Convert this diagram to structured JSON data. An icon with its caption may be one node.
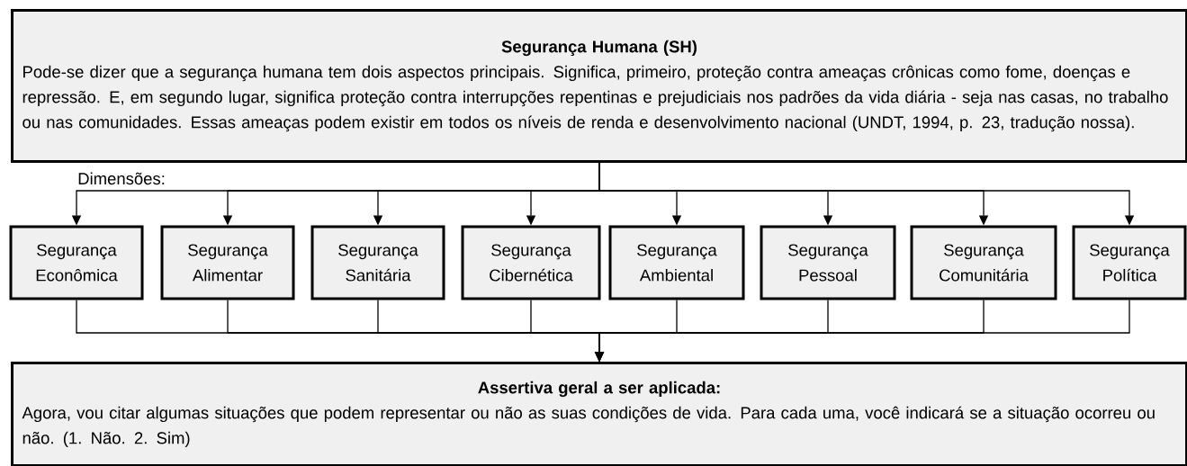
{
  "diagram": {
    "nodes": [
      {
        "text": [
          "Segurança Humana (SH)",
          "Pode-se dizer que a segurança humana tem dois aspectos principais. Significa, primeiro, proteção contra ameaças crônicas como fome, doenças e repressão. E, em segundo lugar, significa proteção contra interrupções repentinas e prejudiciais nos padrões da vida diária - seja nas casas, no trabalho ou nas comunidades. Essas ameaças podem existir em todos os níveis de renda e desenvolvimento nacional (UNDT, 1994, p. 23, tradução nossa)."
        ]
      },
      {
        "text": [
          "Segurança Econômica"
        ]
      },
      {
        "text": [
          "Segurança Alimentar"
        ]
      },
      {
        "text": [
          "Segurança Sanitária"
        ]
      },
      {
        "text": [
          "Segurança Cibernética"
        ]
      },
      {
        "text": [
          "Segurança Ambiental"
        ]
      },
      {
        "text": [
          "Segurança Pessoal"
        ]
      },
      {
        "text": [
          "Segurança Comunitária"
        ]
      },
      {
        "text": [
          "Segurança Política"
        ]
      },
      {
        "text": [
          "Assertiva geral a ser aplicada:",
          "Agora, vou citar algumas situações que podem representar ou não as suas condições de vida. Para cada uma, você indicará se a situação ocorreu ou não. (1. Não. 2. Sim)"
        ]
      }
    ],
    "edges": [
      {
        "from": 0,
        "to": 1,
        "arrow": "to"
      },
      {
        "from": 0,
        "to": 2,
        "arrow": "to"
      },
      {
        "from": 0,
        "to": 3,
        "arrow": "to"
      },
      {
        "from": 0,
        "to": 4,
        "arrow": "to"
      },
      {
        "from": 0,
        "to": 5,
        "arrow": "to"
      },
      {
        "from": 0,
        "to": 6,
        "arrow": "to"
      },
      {
        "from": 0,
        "to": 7,
        "arrow": "to"
      },
      {
        "from": 0,
        "to": 8,
        "arrow": "to"
      },
      {
        "from": 1,
        "to": 9,
        "arrow": "to"
      },
      {
        "from": 2,
        "to": 9,
        "arrow": "to"
      },
      {
        "from": 3,
        "to": 9,
        "arrow": "to"
      },
      {
        "from": 4,
        "to": 9,
        "arrow": "to"
      },
      {
        "from": 5,
        "to": 9,
        "arrow": "to"
      },
      {
        "from": 6,
        "to": 9,
        "arrow": "to"
      },
      {
        "from": 7,
        "to": 9,
        "arrow": "to"
      },
      {
        "from": 8,
        "to": 9,
        "arrow": "to"
      }
    ],
    "labels": [
      "Dimensões:"
    ]
  }
}
